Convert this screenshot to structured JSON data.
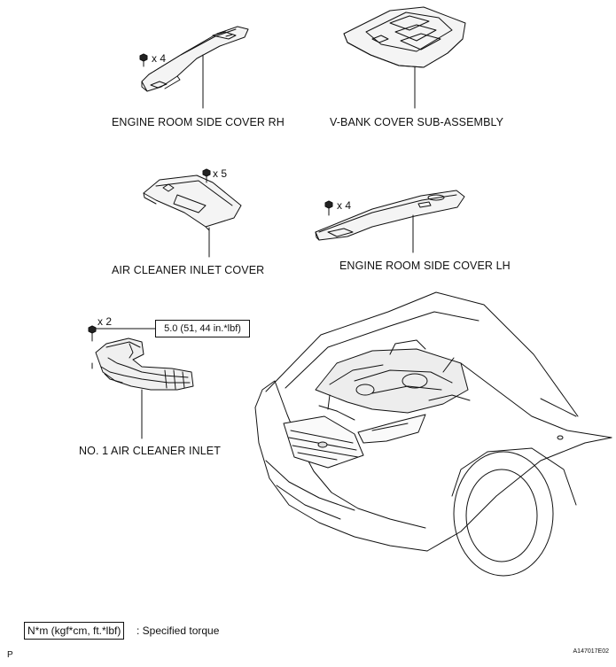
{
  "parts": {
    "rh_cover": {
      "label": "ENGINE ROOM SIDE COVER RH",
      "qty": "x 4"
    },
    "v_bank": {
      "label": "V-BANK COVER SUB-ASSEMBLY"
    },
    "inlet_cover": {
      "label": "AIR CLEANER INLET COVER",
      "qty": "x 5"
    },
    "lh_cover": {
      "label": "ENGINE ROOM SIDE COVER LH",
      "qty": "x 4"
    },
    "inlet": {
      "label": "NO. 1 AIR CLEANER INLET",
      "qty": "x 2",
      "torque": "5.0 (51, 44 in.*lbf)"
    }
  },
  "legend": {
    "unit_box": "N*m (kgf*cm, ft.*lbf)",
    "unit_text": ": Specified torque"
  },
  "corner": {
    "left": "P",
    "code": "A147017E02"
  },
  "icons": [
    "bolt-icon",
    "clip-icon",
    "vehicle-illustration"
  ],
  "colors": {
    "ink": "#111111",
    "paper": "#ffffff"
  }
}
